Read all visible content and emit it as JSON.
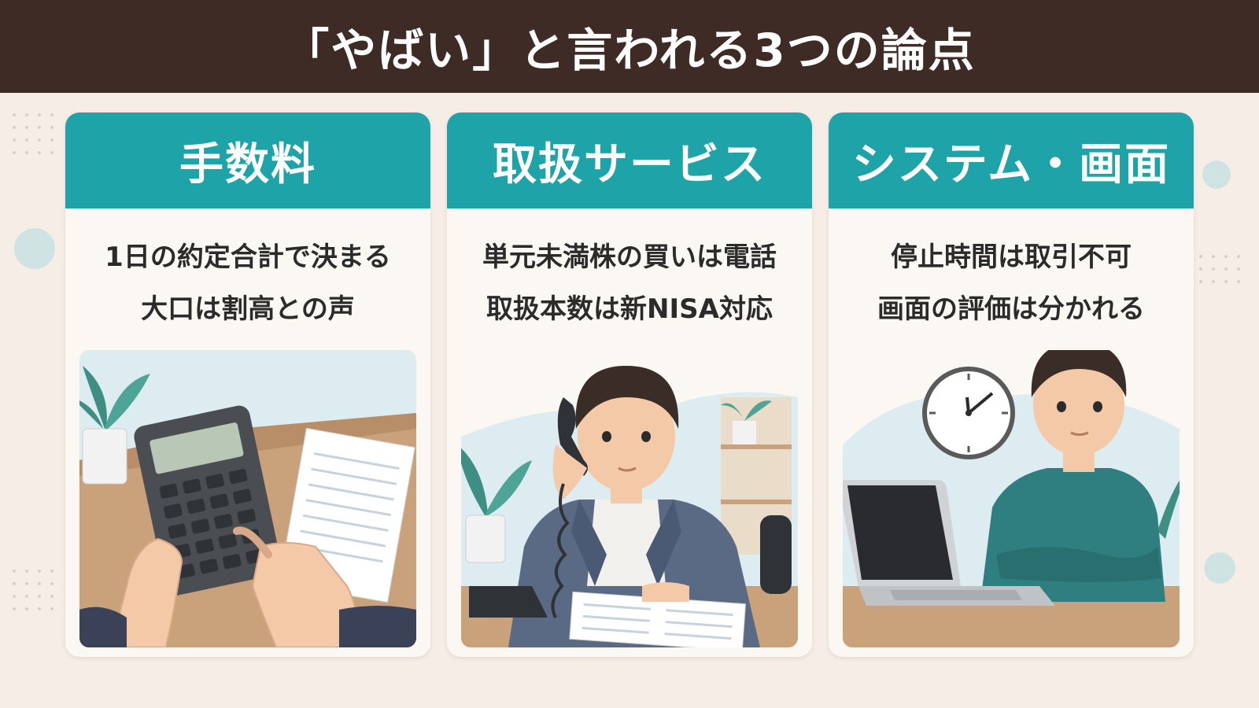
{
  "header": {
    "title": "「やばい」と言われる3つの論点"
  },
  "cards": [
    {
      "title": "手数料",
      "line1": "1日の約定合計で決まる",
      "line2": "大口は割高との声",
      "illustration_icon": "calculator-icon"
    },
    {
      "title": "取扱サービス",
      "line1": "単元未満株の買いは電話",
      "line2": "取扱本数は新NISA対応",
      "illustration_icon": "telephone-icon"
    },
    {
      "title": "システム・画面",
      "line1": "停止時間は取引不可",
      "line2": "画面の評価は分かれる",
      "illustration_icon": "laptop-icon"
    }
  ],
  "colors": {
    "banner": "#3e2b26",
    "accent": "#1ea3a8",
    "background": "#f6eee6"
  }
}
